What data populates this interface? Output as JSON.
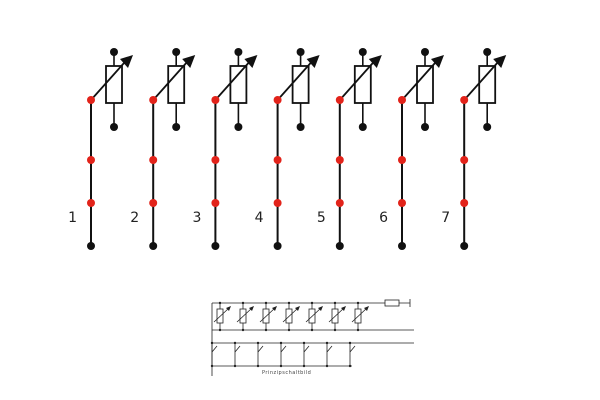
{
  "diagram": {
    "channel_labels": [
      "1",
      "2",
      "3",
      "4",
      "5",
      "6",
      "7"
    ],
    "schematic_caption": "Prinzipschaltbild",
    "colors": {
      "line": "#111111",
      "terminal": "#111111",
      "junction": "#e2231a",
      "background": "#ffffff"
    }
  }
}
